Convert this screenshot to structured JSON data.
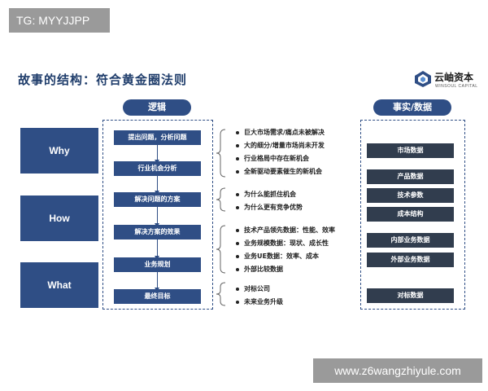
{
  "tag": "TG: MYYJJPP",
  "title": "故事的结构：符合黄金圈法则",
  "logo": {
    "cn": "云岫资本",
    "en": "WINSOUL CAPITAL"
  },
  "headers": {
    "logic": "逻辑",
    "facts": "事实/数据"
  },
  "left_boxes": [
    "Why",
    "How",
    "What"
  ],
  "steps": [
    "提出问题，分析问题",
    "行业机会分析",
    "解决问题的方案",
    "解决方案的效果",
    "业务规划",
    "最终目标"
  ],
  "bullets": [
    "巨大市场需求/痛点未被解决",
    "大的细分/增量市场尚未开发",
    "行业格局中存在新机会",
    "全新驱动要素催生的新机会",
    "为什么能抓住机会",
    "为什么更有竞争优势",
    "技术产品领先数据：性能、效率",
    "业务规模数据：现状、成长性",
    "业务UE数据：效率、成本",
    "外部比较数据",
    "对标公司",
    "未来业务升级"
  ],
  "right_boxes": [
    "市场数据",
    "产品数据",
    "技术参数",
    "成本结构",
    "内部业务数据",
    "外部业务数据",
    "对标数据"
  ],
  "watermark": "www.z6wangzhiyule.com",
  "colors": {
    "primary": "#2f4e85",
    "dark_box": "#313d4e",
    "title": "#1f3d6b"
  }
}
